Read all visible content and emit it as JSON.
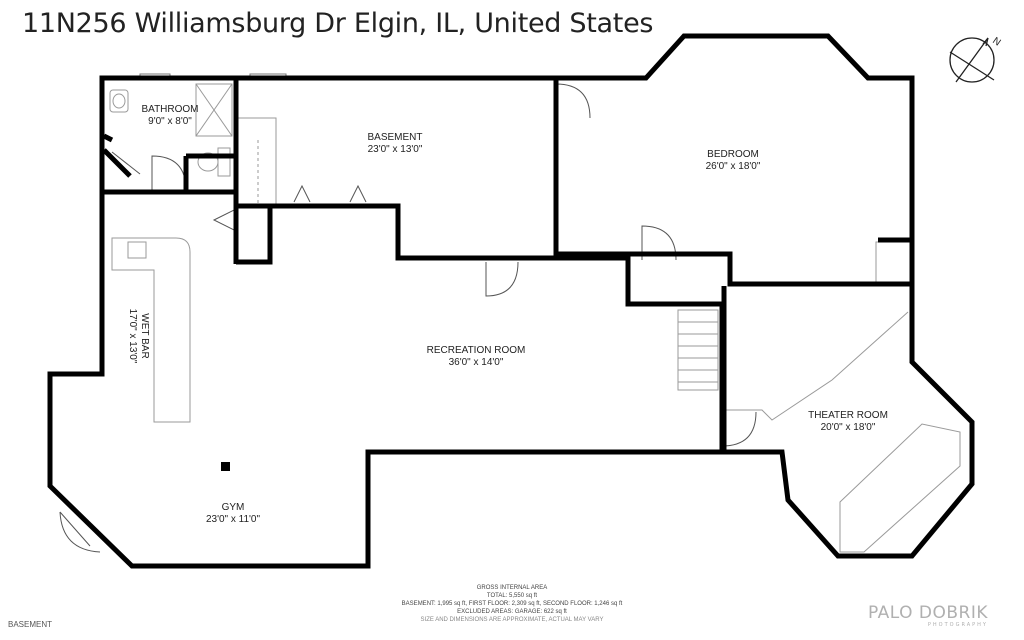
{
  "address": "11N256 Williamsburg Dr Elgin, IL, United States",
  "rooms": {
    "bathroom": {
      "name": "BATHROOM",
      "dims": "9'0\" x 8'0\""
    },
    "basement": {
      "name": "BASEMENT",
      "dims": "23'0\" x 13'0\""
    },
    "bedroom": {
      "name": "BEDROOM",
      "dims": "26'0\" x 18'0\""
    },
    "wet_bar": {
      "name": "WET BAR",
      "dims": "17'0\" x 13'0\""
    },
    "recreation": {
      "name": "RECREATION ROOM",
      "dims": "36'0\" x 14'0\""
    },
    "theater": {
      "name": "THEATER ROOM",
      "dims": "20'0\" x 18'0\""
    },
    "gym": {
      "name": "GYM",
      "dims": "23'0\" x 11'0\""
    }
  },
  "area_summary": {
    "heading": "GROSS INTERNAL AREA",
    "total": "TOTAL: 5,550 sq ft",
    "breakdown": "BASEMENT: 1,995 sq ft, FIRST FLOOR: 2,309 sq ft, SECOND FLOOR: 1,246 sq ft",
    "excluded": "EXCLUDED AREAS: GARAGE: 622 sq ft",
    "disclaimer": "SIZE AND DIMENSIONS ARE APPROXIMATE, ACTUAL MAY VARY"
  },
  "floor_name": "BASEMENT",
  "compass": {
    "label": "N"
  },
  "logo": {
    "main": "PALO DOBRIK",
    "sub": "PHOTOGRAPHY"
  },
  "colors": {
    "wall": "#000000",
    "fixture": "#9a9a9a",
    "text": "#222222"
  }
}
